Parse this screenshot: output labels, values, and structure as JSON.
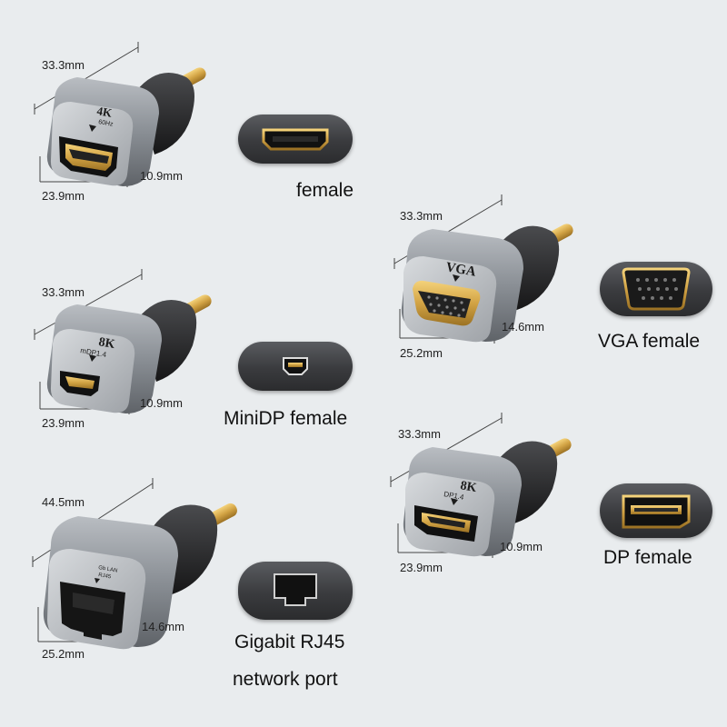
{
  "adapters": [
    {
      "id": "hdmi",
      "dims": {
        "length": "33.3mm",
        "width": "23.9mm",
        "height": "10.9mm"
      },
      "face_label": "4K",
      "face_sub": "60Hz",
      "caption": "female",
      "port_icon": "hdmi-port-icon"
    },
    {
      "id": "minidp",
      "dims": {
        "length": "33.3mm",
        "width": "23.9mm",
        "height": "10.9mm"
      },
      "face_label": "8K",
      "face_sub": "mDP1.4",
      "caption": "MiniDP female",
      "port_icon": "minidp-port-icon"
    },
    {
      "id": "rj45",
      "dims": {
        "length": "44.5mm",
        "width": "25.2mm",
        "height": "14.6mm"
      },
      "face_label": "",
      "face_sub": "Gb LAN\nRJ45",
      "caption_line1": "Gigabit RJ45",
      "caption_line2": "network port",
      "port_icon": "rj45-port-icon"
    },
    {
      "id": "vga",
      "dims": {
        "length": "33.3mm",
        "width": "25.2mm",
        "height": "14.6mm"
      },
      "face_label": "VGA",
      "caption": "VGA female",
      "port_icon": "vga-port-icon"
    },
    {
      "id": "dp",
      "dims": {
        "length": "33.3mm",
        "width": "23.9mm",
        "height": "10.9mm"
      },
      "face_label": "8K",
      "face_sub": "DP1.4",
      "caption": "DP female",
      "port_icon": "displayport-port-icon"
    }
  ],
  "colors": {
    "background": "#e9ecee",
    "housing": "#8d9196",
    "face": "#c3c7cb",
    "pill": "#3a3b3e",
    "gold": "#d2a344"
  }
}
